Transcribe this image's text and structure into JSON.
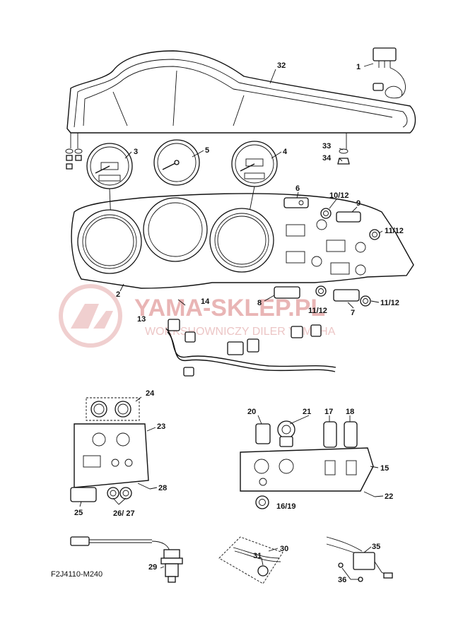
{
  "diagram": {
    "code": "F2J4110-M240",
    "watermark": {
      "title": "YAMA-SKLEP.PL",
      "subtitle": "WORKSHOWNICZY DILER YAMAHA"
    },
    "callouts": {
      "c1": "1",
      "c2": "2",
      "c3": "3",
      "c4": "4",
      "c5": "5",
      "c6": "6",
      "c7": "7",
      "c8": "8",
      "c9": "9",
      "c10_12": "10/12",
      "c11_12a": "11/12",
      "c11_12b": "11/12",
      "c11_12c": "11/12",
      "c13": "13",
      "c14": "14",
      "c15": "15",
      "c16_19": "16/19",
      "c17": "17",
      "c18": "18",
      "c20": "20",
      "c21": "21",
      "c22": "22",
      "c23": "23",
      "c24": "24",
      "c25": "25",
      "c26_27": "26/ 27",
      "c28": "28",
      "c29": "29",
      "c30": "30",
      "c31": "31",
      "c32": "32",
      "c33": "33",
      "c34": "34",
      "c35": "35",
      "c36": "36"
    },
    "colors": {
      "line": "#111111",
      "watermark": "#e9b5b5"
    }
  }
}
